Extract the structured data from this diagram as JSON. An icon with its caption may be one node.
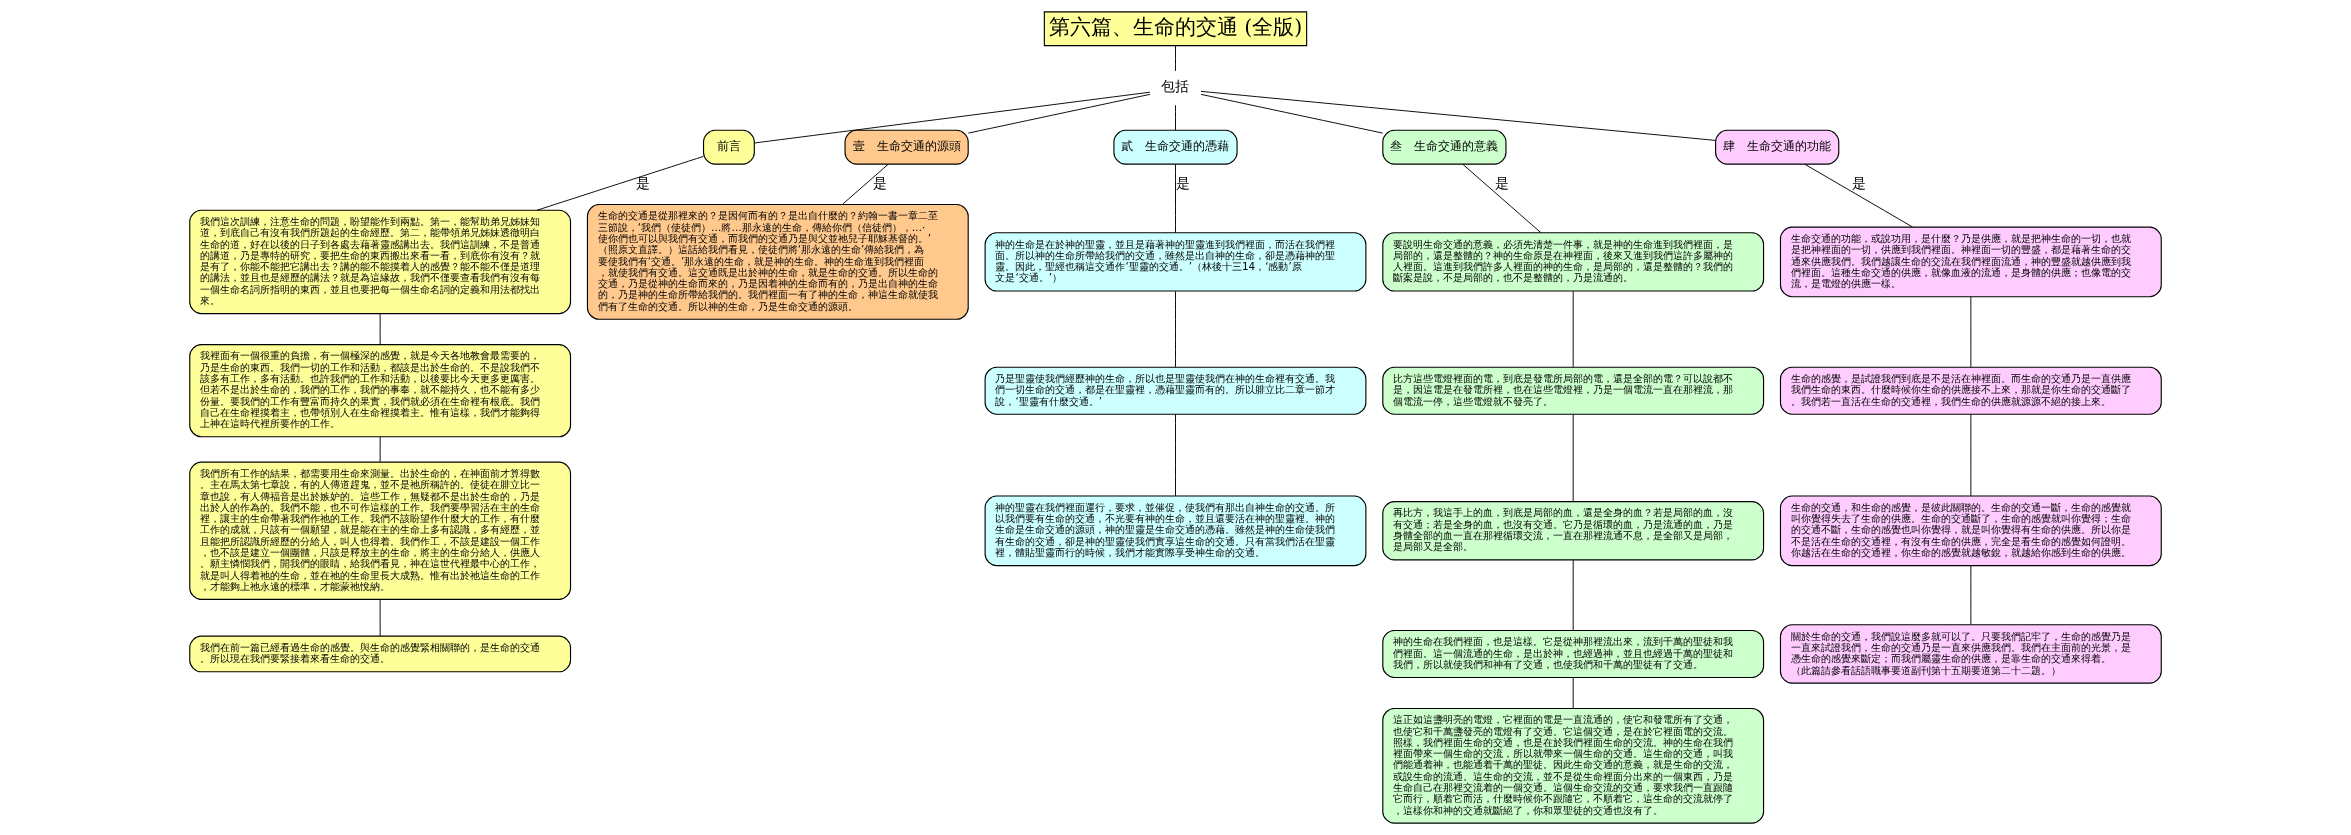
{
  "diagram": {
    "nodes": [
      {
        "text": [
          "第六篇、生命的交通 (全版)"
        ]
      },
      {
        "text": [
          "包括"
        ]
      },
      {
        "text": [
          "前言"
        ]
      },
      {
        "text": [
          "壹　生命交通的源頭"
        ]
      },
      {
        "text": [
          "貳　生命交通的憑藉"
        ]
      },
      {
        "text": [
          "叁　生命交通的意義"
        ]
      },
      {
        "text": [
          "肆　生命交通的功能"
        ]
      },
      {
        "text": [
          "我們這次訓練，注意生命的問題，盼望能作到兩點。第一，能幫助弟兄姊妹知道，到底自己有沒有我們所題起的生命經歷。第二，能帶領弟兄姊妹透徹明白生命的道，好在以後的日子到各處去藉著靈感講出去。我們這訓練，不是普通的講道，乃是專特的研究，要把生命的東西搬出來看一看，到底你有沒有？就是有了，你能不能把它講出去？講的能不能摸着人的感覺？能不能不僅是道理的講法，並且也是經歷的講法？就是為這緣故，我們不僅要查看我們有沒有每一個生命名詞所指明的東西，並且也要把每一個生命名詞的定義和用法都找出來。"
        ]
      },
      {
        "text": [
          "我裡面有一個很重的負擔，有一個極深的感覺，就是今天各地教會最需要的，乃是生命的東西。我們一切的工作和活動，都該是出於生命的。不是說我們不該多有工作，多有活動。也許我們的工作和活動，以後要比今天更多更厲害。但若不是出於生命的，我們的工作，我們的事奉，就不能持久，也不能有多少份量。要我們的工作有豐富而持久的果實，我們就必須在生命裡有根底。我們自己在生命裡摸着主，也帶領別人在生命裡摸着主。惟有這樣，我們才能夠得上神在這時代裡所要作的工作。"
        ]
      },
      {
        "text": [
          "我們所有工作的結果，都需要用生命來測量。出於生命的，在神面前才算得數。主在馬太第七章說，有的人傳道趕鬼，並不是祂所稱許的。使徒在腓立比一章也說，有人傳福音是出於嫉妒的。這些工作，無疑都不是出於生命的，乃是出於人的作為的。我們不能，也不可作這樣的工作。我們要學習活在主的生命裡，讓主的生命帶著我們作祂的工作。我們不該盼望作什麼大的工作，有什麼工作的成就，只該有一個願望，就是能在主的生命上多有認識，多有經歷，並且能把所認識所經歷的分給人，叫人也得着。我們作工，不該是建設一個工作，也不該是建立一個團體，只該是釋放主的生命，將主的生命分給人，供應人。願主憐憫我們，開我們的眼睛，給我們看見，神在這世代裡最中心的工作，就是叫人得着祂的生命，並在祂的生命里長大成熟。惟有出於祂這生命的工作，才能夠上祂永遠的標準，才能蒙祂悅納。"
        ]
      },
      {
        "text": [
          "我們在前一篇已經看過生命的感覺。與生命的感覺緊相關聯的，是生命的交通。所以現在我們要緊接着來看生命的交通。"
        ]
      },
      {
        "text": [
          "生命的交通是從那裡來的？是因何而有的？是出自什麼的？約翰一書一章二至三節說，‘我們（使徒們）…將…那永遠的生命，傳給你們（信徒們），…‧使你們也可以與我們有交通，而我們的交通乃是與父並祂兒子耶穌基督的。’（照原文直譯。）這話給我們看見，使徒們將‘那永遠的生命’傳給我們，為要使我們有‘交通。’那永遠的生命，就是神的生命。神的生命進到我們裡面，就使我們有交通。這交通既是出於神的生命，就是生命的交通。所以生命的交通，乃是從神的生命而來的，乃是因着神的生命而有的，乃是出自神的生命的，乃是神的生命所帶給我們的。我們裡面一有了神的生命，神這生命就使我們有了生命的交通。所以神的生命，乃是生命交通的源頭。"
        ]
      },
      {
        "text": [
          "神的生命是在於神的聖靈，並且是藉著神的聖靈進到我們裡面，而活在我們裡面。所以神的生命所帶給我們的交通，雖然是出自神的生命，卻是憑藉神的聖靈。因此，聖經也稱這交通作‘聖靈的交通。’（林後十三14，‘感動’原文是‘交通。’）"
        ]
      },
      {
        "text": [
          "乃是聖靈使我們經歷神的生命，所以也是聖靈使我們在神的生命裡有交通。我們一切生命的交通，都是在聖靈裡，憑藉聖靈而有的。所以腓立比二章一節才說，‘聖靈有什麼交通。’"
        ]
      },
      {
        "text": [
          "神的聖靈在我們裡面運行，要求，並催促，使我們有那出自神生命的交通。所以我們要有生命的交通，不光要有神的生命，並且還要活在神的聖靈裡。神的生命是生命交通的源頭，神的聖靈是生命交通的憑藉。雖然是神的生命使我們有生命的交通，卻是神的聖靈使我們實享這生命的交通。只有當我們活在聖靈裡，體貼聖靈而行的時候，我們才能實際享受神生命的交通。"
        ]
      },
      {
        "text": [
          "要說明生命交通的意義，必須先清楚一件事，就是神的生命進到我們裡面，是局部的，還是整體的？神的生命原是在神裡面，後來又進到我們這許多屬神的人裡面。這進到我們許多人裡面的神的生命，是局部的，還是整體的？我們的斷案是說，不是局部的，也不是整體的，乃是流通的。"
        ]
      },
      {
        "text": [
          "比方這些電燈裡面的電，到底是發電所局部的電，還是全部的電？可以說都不是，因這電是在發電所裡，也在這些電燈裡，乃是一個電流一直在那裡流，那個電流一停，這些電燈就不發亮了。"
        ]
      },
      {
        "text": [
          "再比方，我這手上的血，到底是局部的血，還是全身的血？若是局部的血，沒有交通；若是全身的血，也沒有交通。它乃是循環的血，乃是流通的血，乃是身體全部的血一直在那裡循環交流，一直在那裡流通不息，是全部又是局部，是局部又是全部。"
        ]
      },
      {
        "text": [
          "神的生命在我們裡面，也是這樣。它是從神那裡流出來，流到千萬的聖徒和我們裡面。這一個流通的生命，是出於神，也經過神，並且也經過千萬的聖徒和我們，所以就使我們和神有了交通，也使我們和千萬的聖徒有了交通。"
        ]
      },
      {
        "text": [
          "這正如這盞明亮的電燈，它裡面的電是一直流通的，使它和發電所有了交通，也使它和千萬盞發亮的電燈有了交通。它這個交通，是在於它裡面電的交流。照樣，我們裡面生命的交通，也是在於我們裡面生命的交流。神的生命在我們裡面帶來一個生命的交流，所以就帶來一個生命的交通。這生命的交通，叫我們能通着神，也能通着千萬的聖徒。因此生命交通的意義，就是生命的交流，或說生命的流通。這生命的交流，並不是從生命裡面分出來的一個東西，乃是生命自己在那裡交流着的一個交通。這個生命交流的交通，要求我們一直跟隨它而行，順着它而活，什麼時候你不跟隨它，不順着它，這生命的交流就停了，這樣你和神的交通就斷絕了，你和眾聖徒的交通也沒有了。"
        ]
      },
      {
        "text": [
          "生命交通的功能，或說功用，是什麼？乃是供應，就是把神生命的一切，也就是把神裡面的一切，供應到我們裡面。神裡面一切的豐盛，都是藉著生命的交通來供應我們。我們越讓生命的交流在我們裡面流通，神的豐盛就越供應到我們裡面。這種生命交通的供應，就像血液的流通，是身體的供應；也像電的交流，是電燈的供應一樣。"
        ]
      },
      {
        "text": [
          "生命的感覺，是試證我們到底是不是活在神裡面。而生命的交通乃是一直供應我們生命的東西。什麼時候你生命的供應接不上來，那就是你生命的交通斷了。我們若一直活在生命的交通裡，我們生命的供應就源源不絕的接上來。"
        ]
      },
      {
        "text": [
          "生命的交通，和生命的感覺，是彼此關聯的。生命的交通一斷，生命的感覺就叫你覺得失去了生命的供應。生命的交通斷了，生命的感覺就叫你覺得；生命的交通不斷，生命的感覺也叫你覺得，就是叫你覺得有生命的供應。所以你是不是活在生命的交通裡，有沒有生命的供應，完全是看生命的感覺如何證明。你越活在生命的交通裡，你生命的感覺就越敏銳，就越給你感到生命的供應。"
        ]
      },
      {
        "text": [
          "關於生命的交通，我們說這麼多就可以了。只要我們記牢了，生命的感覺乃是一直來試證我們，生命的交通乃是一直來供應我們。我們在主面前的光景，是憑生命的感覺來斷定；而我們屬靈生命的供應，是靠生命的交通來得着。",
          "（此篇請參看話語職事要道副刊第十五期要道第二十二題。）"
        ]
      }
    ],
    "edges": [
      {
        "from": 0,
        "to": 1,
        "arrow": "none"
      },
      {
        "from": 1,
        "to": 2,
        "arrow": "none"
      },
      {
        "from": 1,
        "to": 3,
        "arrow": "none"
      },
      {
        "from": 1,
        "to": 4,
        "arrow": "none"
      },
      {
        "from": 1,
        "to": 5,
        "arrow": "none"
      },
      {
        "from": 1,
        "to": 6,
        "arrow": "none"
      },
      {
        "from": 2,
        "to": 7,
        "arrow": "none",
        "label": "是"
      },
      {
        "from": 7,
        "to": 8,
        "arrow": "none"
      },
      {
        "from": 8,
        "to": 9,
        "arrow": "none"
      },
      {
        "from": 9,
        "to": 10,
        "arrow": "none"
      },
      {
        "from": 3,
        "to": 11,
        "arrow": "none",
        "label": "是"
      },
      {
        "from": 4,
        "to": 12,
        "arrow": "none",
        "label": "是"
      },
      {
        "from": 12,
        "to": 13,
        "arrow": "none"
      },
      {
        "from": 13,
        "to": 14,
        "arrow": "none"
      },
      {
        "from": 5,
        "to": 15,
        "arrow": "none",
        "label": "是"
      },
      {
        "from": 15,
        "to": 16,
        "arrow": "none"
      },
      {
        "from": 16,
        "to": 17,
        "arrow": "none"
      },
      {
        "from": 17,
        "to": 18,
        "arrow": "none"
      },
      {
        "from": 18,
        "to": 19,
        "arrow": "none"
      },
      {
        "from": 6,
        "to": 20,
        "arrow": "none",
        "label": "是"
      },
      {
        "from": 20,
        "to": 21,
        "arrow": "none"
      },
      {
        "from": 21,
        "to": 22,
        "arrow": "none"
      },
      {
        "from": 22,
        "to": 23,
        "arrow": "none"
      }
    ]
  }
}
